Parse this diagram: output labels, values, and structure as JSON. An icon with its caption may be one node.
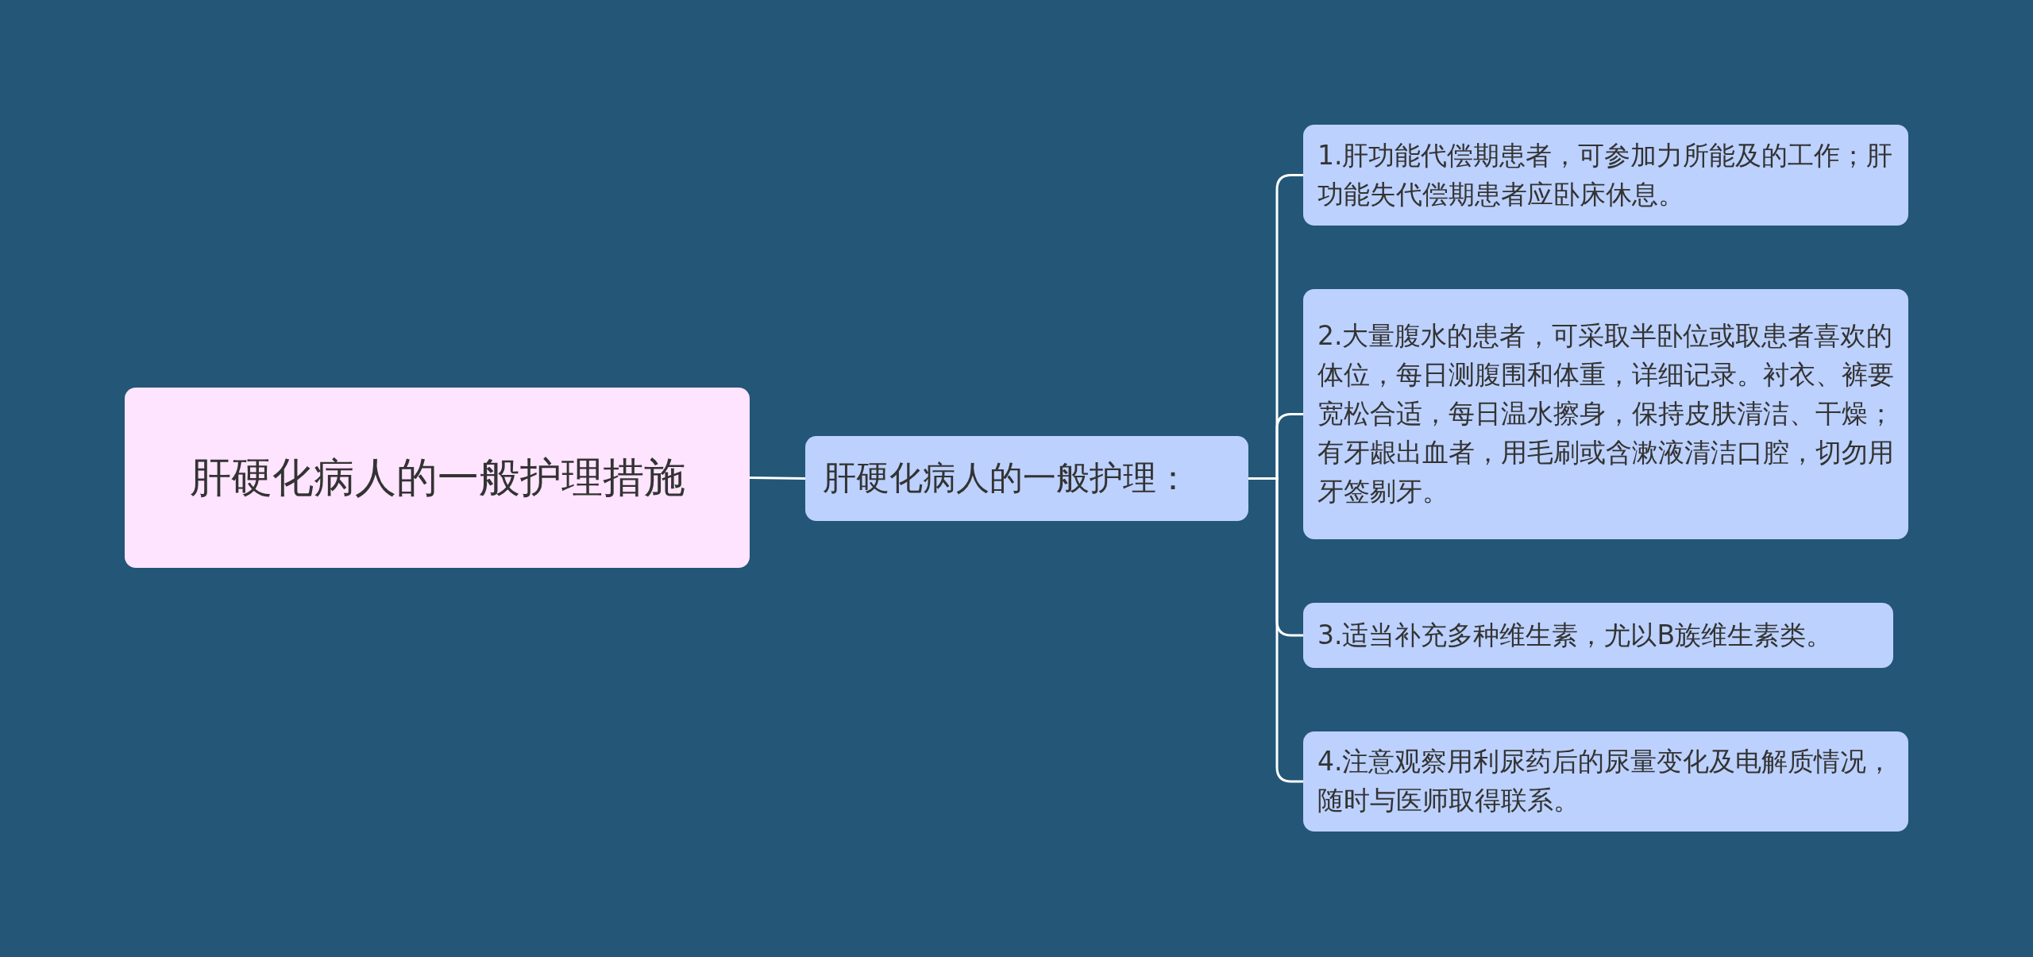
{
  "diagram": {
    "nodes": [
      {
        "text": [
          "肝硬化病人的一般护理措施"
        ]
      },
      {
        "text": [
          "肝硬化病人的一般护理："
        ]
      },
      {
        "text": [
          "1.肝功能代偿期患者，可参加力所能及的工作；肝功能失代偿期患者应卧床休息。"
        ]
      },
      {
        "text": [
          "2.大量腹水的患者，可采取半卧位或取患者喜欢的体位，每日测腹围和体重，详细记录。衬衣、裤要宽松合适，每日温水擦身，保持皮肤清洁、干燥；有牙龈出血者，用毛刷或含漱液清洁口腔，切勿用牙签剔牙。"
        ]
      },
      {
        "text": [
          "3.适当补充多种维生素，尤以B族维生素类。"
        ]
      },
      {
        "text": [
          "4.注意观察用利尿药后的尿量变化及电解质情况，随时与医师取得联系。"
        ]
      }
    ],
    "edges": [
      {
        "from": 0,
        "to": 1,
        "arrow": "none"
      },
      {
        "from": 1,
        "to": 2,
        "arrow": "none"
      },
      {
        "from": 1,
        "to": 3,
        "arrow": "none"
      },
      {
        "from": 1,
        "to": 4,
        "arrow": "none"
      },
      {
        "from": 1,
        "to": 5,
        "arrow": "none"
      }
    ]
  }
}
